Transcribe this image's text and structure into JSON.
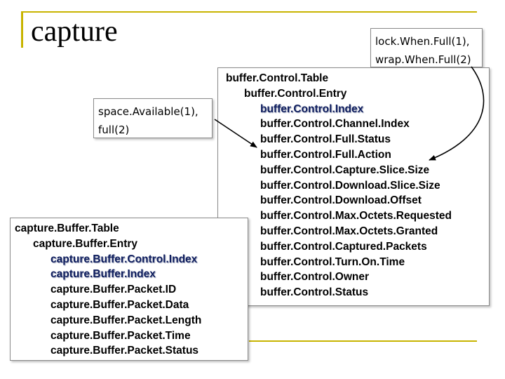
{
  "title": "capture",
  "notes": {
    "buffer_full_action": [
      "lock.When.Full(1),",
      "wrap.When.Full(2)"
    ],
    "full_status": [
      "space.Available(1),",
      "full(2)"
    ]
  },
  "buffer_control": {
    "table": "buffer.Control.Table",
    "entry": "buffer.Control.Entry",
    "fields": [
      "buffer.Control.Index",
      "buffer.Control.Channel.Index",
      "buffer.Control.Full.Status",
      "buffer.Control.Full.Action",
      "buffer.Control.Capture.Slice.Size",
      "buffer.Control.Download.Slice.Size",
      "buffer.Control.Download.Offset",
      "buffer.Control.Max.Octets.Requested",
      "buffer.Control.Max.Octets.Granted",
      "buffer.Control.Captured.Packets",
      "buffer.Control.Turn.On.Time",
      "buffer.Control.Owner",
      "buffer.Control.Status"
    ]
  },
  "capture_buffer": {
    "table": "capture.Buffer.Table",
    "entry": "capture.Buffer.Entry",
    "fields": [
      "capture.Buffer.Control.Index",
      "capture.Buffer.Index",
      "capture.Buffer.Packet.ID",
      "capture.Buffer.Packet.Data",
      "capture.Buffer.Packet.Length",
      "capture.Buffer.Packet.Time",
      "capture.Buffer.Packet.Status"
    ]
  },
  "colors": {
    "accent_line": "#c8b400",
    "index_highlight": "#0f1e5e",
    "box_border": "#8a8a8a"
  }
}
